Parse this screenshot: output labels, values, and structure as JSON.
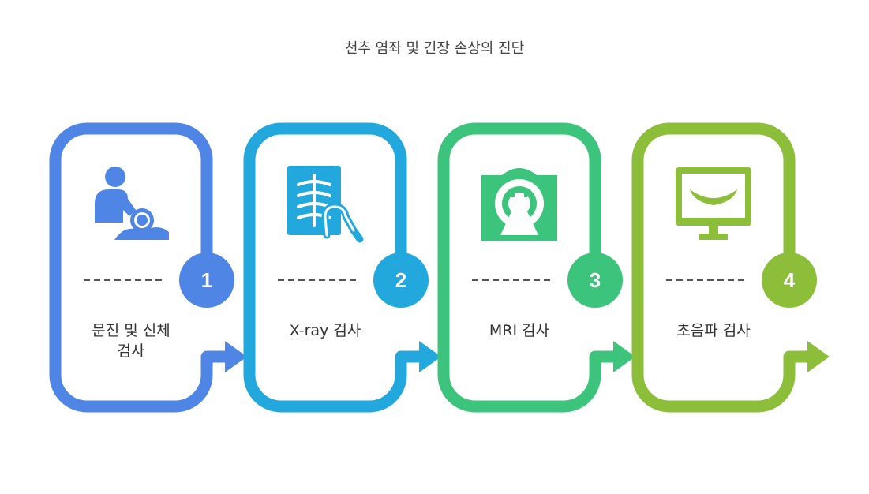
{
  "title": "천추 염좌 및 긴장 손상의 진단",
  "steps": [
    {
      "number": "1",
      "label": "문진 및 신체\n검사",
      "color": "#4F86E6",
      "icon": "doctor-patient-icon"
    },
    {
      "number": "2",
      "label": "X-ray 검사",
      "color": "#22A8DC",
      "icon": "xray-hand-icon"
    },
    {
      "number": "3",
      "label": "MRI 검사",
      "color": "#3CC47C",
      "icon": "mri-scanner-icon"
    },
    {
      "number": "4",
      "label": "초음파 검사",
      "color": "#8DBE3A",
      "icon": "ultrasound-monitor-icon"
    }
  ]
}
